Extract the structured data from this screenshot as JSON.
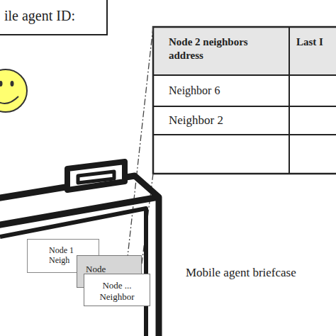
{
  "diagram": {
    "nodes": [
      {
        "text": [
          "ile agent ID:"
        ]
      },
      {
        "text": [
          "Node 1 Neigh"
        ]
      },
      {
        "text": [
          "Node"
        ]
      },
      {
        "text": [
          "Node ... Neighbor"
        ]
      }
    ],
    "labels": [
      "Node 2 neighbors address",
      "Last I",
      "Neighbor 6",
      "Neighbor 2",
      "Mobile agent briefcase"
    ]
  }
}
